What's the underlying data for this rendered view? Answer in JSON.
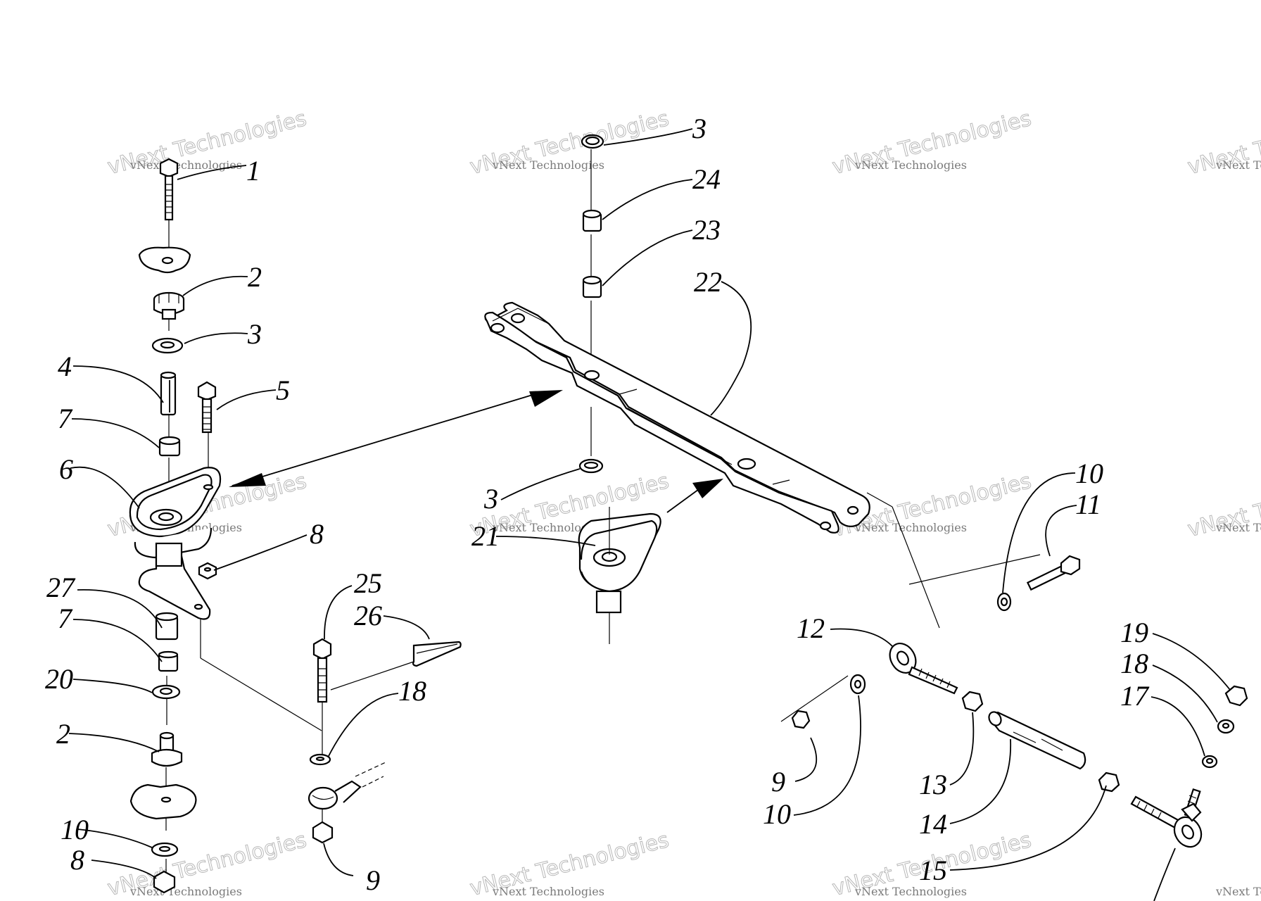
{
  "watermark": {
    "line1": "vNext Technologies",
    "line2": "vNext Technologies"
  },
  "callouts": {
    "c1": "1",
    "c2a": "2",
    "c3a": "3",
    "c4": "4",
    "c5": "5",
    "c6": "6",
    "c7a": "7",
    "c8a": "8",
    "c27": "27",
    "c7b": "7",
    "c20": "20",
    "c2b": "2",
    "c10a": "10",
    "c8b": "8",
    "c25": "25",
    "c26": "26",
    "c18a": "18",
    "c9a": "9",
    "c3b": "3",
    "c24": "24",
    "c23": "23",
    "c22": "22",
    "c3c": "3",
    "c21": "21",
    "c10b": "10",
    "c11": "11",
    "c12": "12",
    "c9b": "9",
    "c10c": "10",
    "c13": "13",
    "c14": "14",
    "c15": "15",
    "c19": "19",
    "c18b": "18",
    "c17": "17"
  }
}
